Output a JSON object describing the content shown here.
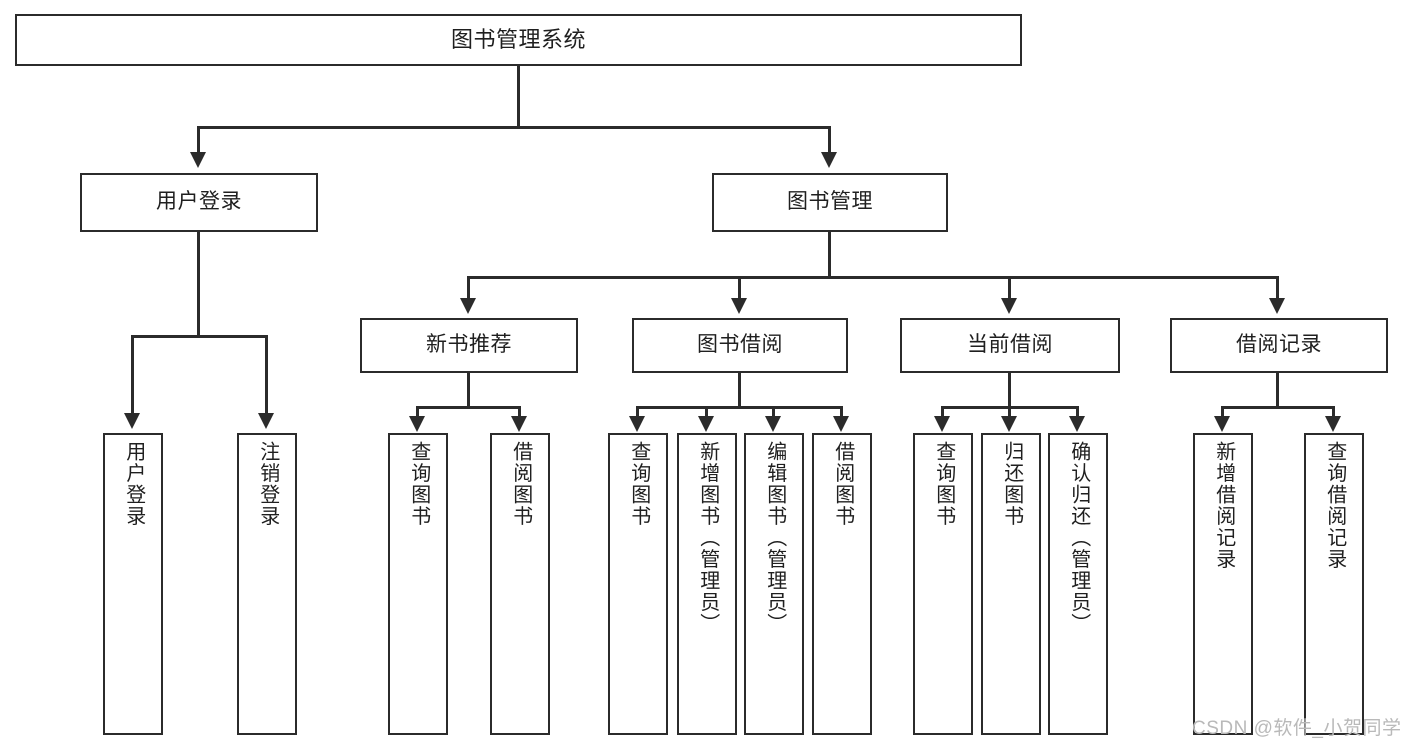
{
  "diagram": {
    "title": "图书管理系统",
    "type": "hierarchy-tree",
    "root": {
      "id": "root",
      "label": "图书管理系统"
    },
    "level2": [
      {
        "id": "user-login",
        "label": "用户登录"
      },
      {
        "id": "book-manage",
        "label": "图书管理"
      }
    ],
    "level3": [
      {
        "id": "new-book-rec",
        "label": "新书推荐"
      },
      {
        "id": "book-borrow",
        "label": "图书借阅"
      },
      {
        "id": "current-borrow",
        "label": "当前借阅"
      },
      {
        "id": "borrow-record",
        "label": "借阅记录"
      }
    ],
    "leaves": [
      {
        "id": "leaf-user-login",
        "label": "用户登录",
        "parent": "user-login"
      },
      {
        "id": "leaf-user-logout",
        "label": "注销登录",
        "parent": "user-login"
      },
      {
        "id": "leaf-query-book-1",
        "label": "查询图书",
        "parent": "new-book-rec"
      },
      {
        "id": "leaf-borrow-book-1",
        "label": "借阅图书",
        "parent": "new-book-rec"
      },
      {
        "id": "leaf-query-book-2",
        "label": "查询图书",
        "parent": "book-borrow"
      },
      {
        "id": "leaf-add-book",
        "label": "新增图书（管理员）",
        "parent": "book-borrow"
      },
      {
        "id": "leaf-edit-book",
        "label": "编辑图书（管理员）",
        "parent": "book-borrow"
      },
      {
        "id": "leaf-borrow-book-2",
        "label": "借阅图书",
        "parent": "book-borrow"
      },
      {
        "id": "leaf-query-book-3",
        "label": "查询图书",
        "parent": "current-borrow"
      },
      {
        "id": "leaf-return-book",
        "label": "归还图书",
        "parent": "current-borrow"
      },
      {
        "id": "leaf-confirm-return",
        "label": "确认归还（管理员）",
        "parent": "current-borrow"
      },
      {
        "id": "leaf-add-record",
        "label": "新增借阅记录",
        "parent": "borrow-record"
      },
      {
        "id": "leaf-query-record",
        "label": "查询借阅记录",
        "parent": "borrow-record"
      }
    ]
  },
  "watermark": {
    "text": "CSDN @软件_小贺同学"
  },
  "colors": {
    "stroke": "#2b2b2b",
    "background": "#ffffff",
    "text": "#1f1f1f",
    "watermark": "#b9b9b9"
  }
}
